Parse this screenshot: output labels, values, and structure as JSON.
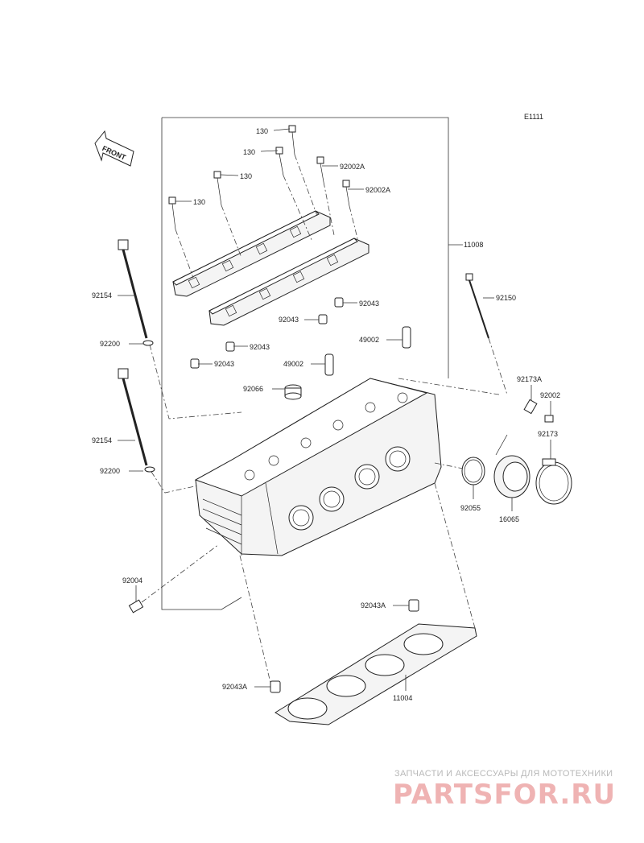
{
  "diagram": {
    "code": "E1111",
    "front_label": "FRONT",
    "part_labels": {
      "p11008": "11008",
      "p130a": "130",
      "p130b": "130",
      "p130c": "130",
      "p130d": "130",
      "p92002Aa": "92002A",
      "p92002Ab": "92002A",
      "p92154a": "92154",
      "p92154b": "92154",
      "p92200a": "92200",
      "p92200b": "92200",
      "p92043a": "92043",
      "p92043b": "92043",
      "p92043c": "92043",
      "p92043d": "92043",
      "p92150": "92150",
      "p49002a": "49002",
      "p49002b": "49002",
      "p92066": "92066",
      "p92173A": "92173A",
      "p92002": "92002",
      "p92173": "92173",
      "p92055": "92055",
      "p16065": "16065",
      "p92004": "92004",
      "p92043Aa": "92043A",
      "p92043Ab": "92043A",
      "p11004": "11004"
    }
  },
  "watermark": {
    "tagline": "ЗАПЧАСТИ И АКСЕССУАРЫ ДЛЯ МОТОТЕХНИКИ",
    "brand": "PARTSFOR.RU"
  }
}
